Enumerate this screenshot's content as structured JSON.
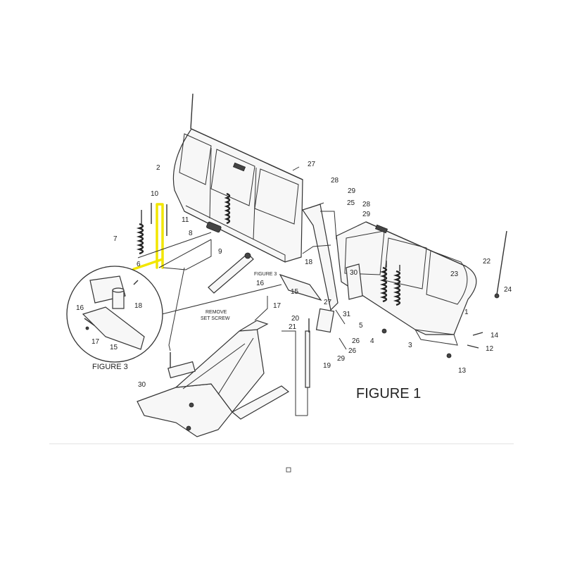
{
  "figure_title": "FIGURE 1",
  "inset_title": "FIGURE 3",
  "inset_ref_label": "FIGURE 3",
  "notes": {
    "remove_set_screw_line1": "REMOVE",
    "remove_set_screw_line2": "SET SCREW"
  },
  "highlight_color": "#f2e600",
  "callouts": {
    "c2": "2",
    "c27a": "27",
    "c28a": "28",
    "c29a": "29",
    "c25": "25",
    "c28b": "28",
    "c29b": "29",
    "c10": "10",
    "c11": "11",
    "c7": "7",
    "c8": "8",
    "c9": "9",
    "c6": "6",
    "c18a": "18",
    "c30a": "30",
    "c22": "22",
    "c23": "23",
    "c24": "24",
    "c1": "1",
    "c16a": "16",
    "c15a": "15",
    "c17a": "17",
    "c18b": "18",
    "c16b": "16",
    "c17b": "17",
    "c15b": "15",
    "c20": "20",
    "c21": "21",
    "c27b": "27",
    "c31": "31",
    "c5": "5",
    "c4": "4",
    "c3": "3",
    "c14": "14",
    "c12": "12",
    "c13": "13",
    "c26a": "26",
    "c26b": "26",
    "c29c": "29",
    "c19": "19",
    "c30b": "30"
  }
}
